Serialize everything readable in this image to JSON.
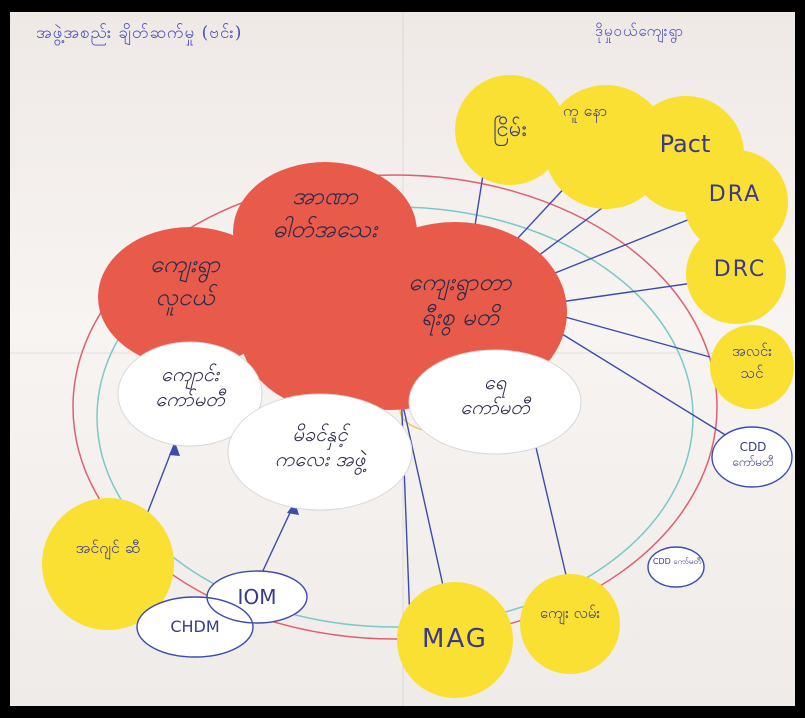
{
  "header": {
    "left_title": "အဖွဲ့အစည်း ချိတ်ဆက်မှု (ဗင်း)",
    "right_title": "ဒိုမှုဝယ်ကျေးရွာ"
  },
  "center_nodes": [
    {
      "id": "village-chief",
      "label_line1": "ကျေးရွာ",
      "label_line2": "လူငယ်"
    },
    {
      "id": "village-admin",
      "label_line1": "အာဏာ",
      "label_line2": "ဓါတ်အသေး"
    },
    {
      "id": "village-head",
      "label_line1": "ကျေးရွာတာ",
      "label_line2": "ရီးစွ မတိ"
    }
  ],
  "inner_nodes": [
    {
      "id": "school-committee",
      "label_line1": "ကျောင်း",
      "label_line2": "ကော်မတီ"
    },
    {
      "id": "mother-child",
      "label_line1": "မိခင်နှင့်",
      "label_line2": "ကလေး အဖွဲ့"
    },
    {
      "id": "water-committee",
      "label_line1": "ရေ",
      "label_line2": "ကော်မတီ"
    }
  ],
  "outer_nodes": [
    {
      "id": "myanmar",
      "label": "ငြိမ်း"
    },
    {
      "id": "ku-n",
      "label": "ကူ နော"
    },
    {
      "id": "pact",
      "label": "Pact"
    },
    {
      "id": "dra",
      "label": "DRA"
    },
    {
      "id": "drc",
      "label": "DRC"
    },
    {
      "id": "health",
      "label": "အလင်း သင်"
    },
    {
      "id": "cdd",
      "label": "CDD ကော်မတီ"
    },
    {
      "id": "cdd2",
      "label": "CDD ကော်မတီ"
    },
    {
      "id": "village-road",
      "label": "ကျေး လမ်း"
    },
    {
      "id": "mag",
      "label": "MAG"
    },
    {
      "id": "iom",
      "label": "IOM"
    },
    {
      "id": "chdm",
      "label": "CHDM"
    },
    {
      "id": "ag",
      "label": "အင်ဂျင် ဆီ"
    }
  ],
  "colors": {
    "red": "#e85a4a",
    "yellow": "#f9e033",
    "white": "#ffffff",
    "ink": "#3d4ab0"
  }
}
